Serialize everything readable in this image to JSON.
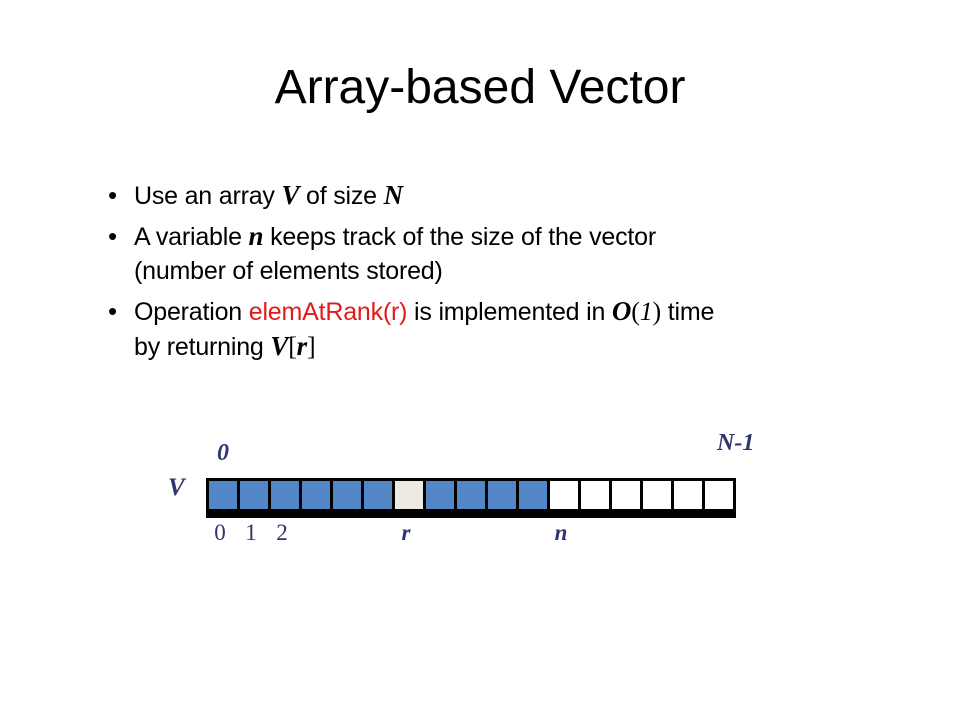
{
  "slide": {
    "title": "Array-based Vector",
    "bullets": [
      {
        "marker": "•",
        "lines": [
          [
            {
              "text": "Use an array ",
              "style": "plain"
            },
            {
              "text": "V",
              "style": "var"
            },
            {
              "text": " of size ",
              "style": "plain"
            },
            {
              "text": "N",
              "style": "var"
            }
          ]
        ]
      },
      {
        "marker": "•",
        "lines": [
          [
            {
              "text": "A variable ",
              "style": "plain"
            },
            {
              "text": "n",
              "style": "var"
            },
            {
              "text": " keeps track of the size of the vector",
              "style": "plain"
            }
          ],
          [
            {
              "text": "(number of elements stored)",
              "style": "plain"
            }
          ]
        ]
      },
      {
        "marker": "•",
        "lines": [
          [
            {
              "text": "Operation ",
              "style": "plain"
            },
            {
              "text": "elemAtRank(r)",
              "style": "red"
            },
            {
              "text": " is implemented in ",
              "style": "plain"
            },
            {
              "text": "O",
              "style": "var"
            },
            {
              "text": "(",
              "style": "paren"
            },
            {
              "text": "1",
              "style": "num-it"
            },
            {
              "text": ")",
              "style": "paren"
            },
            {
              "text": " time",
              "style": "plain"
            }
          ],
          [
            {
              "text": "by returning ",
              "style": "plain"
            },
            {
              "text": "V",
              "style": "var"
            },
            {
              "text": "[",
              "style": "paren"
            },
            {
              "text": "r",
              "style": "var"
            },
            {
              "text": "]",
              "style": "paren"
            }
          ]
        ]
      }
    ],
    "figure": {
      "name": "array-vector-diagram",
      "array_label": "V",
      "top_left_label": "0",
      "top_right_label": "N-1",
      "cell_count": 17,
      "filled_count": 11,
      "current_index": 6,
      "cells": [
        "filled",
        "filled",
        "filled",
        "filled",
        "filled",
        "filled",
        "current",
        "filled",
        "filled",
        "filled",
        "filled",
        "empty",
        "empty",
        "empty",
        "empty",
        "empty",
        "empty"
      ],
      "index_labels": [
        {
          "text": "0",
          "cell": 0,
          "style": "plain"
        },
        {
          "text": "1",
          "cell": 1,
          "style": "plain"
        },
        {
          "text": "2",
          "cell": 2,
          "style": "plain"
        },
        {
          "text": "r",
          "cell": 6,
          "style": "sym"
        },
        {
          "text": "n",
          "cell": 11,
          "style": "sym"
        }
      ],
      "colors": {
        "filled": "#5386C4",
        "current": "#EDEAE0",
        "empty": "#FFFFFF",
        "border": "#000000",
        "label": "#2E3570"
      }
    }
  },
  "theme": {
    "background": "#FFFFFF",
    "text": "#000000",
    "accent_red": "#E01B1B",
    "accent_blue": "#2E3570"
  }
}
